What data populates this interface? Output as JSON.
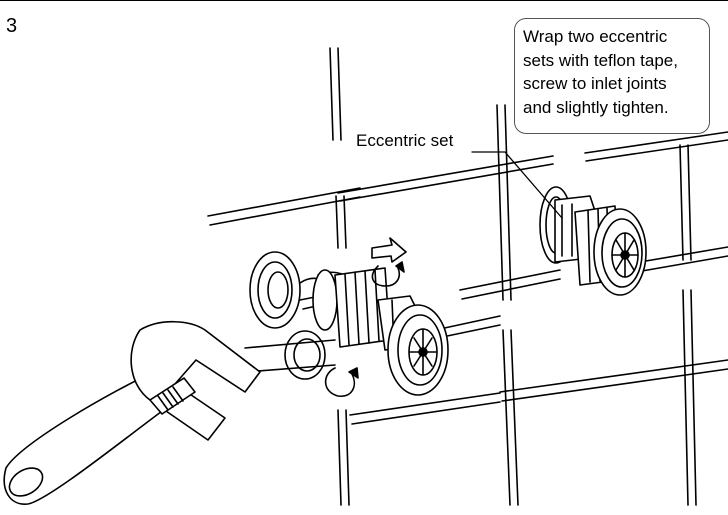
{
  "step_number": "3",
  "callout": {
    "lines": [
      "Wrap two eccentric",
      "sets with teflon tape,",
      "screw to inlet joints",
      "and slightly tighten."
    ]
  },
  "labels": {
    "eccentric_set": "Eccentric set"
  },
  "colors": {
    "line": "#000000",
    "background": "#ffffff"
  }
}
